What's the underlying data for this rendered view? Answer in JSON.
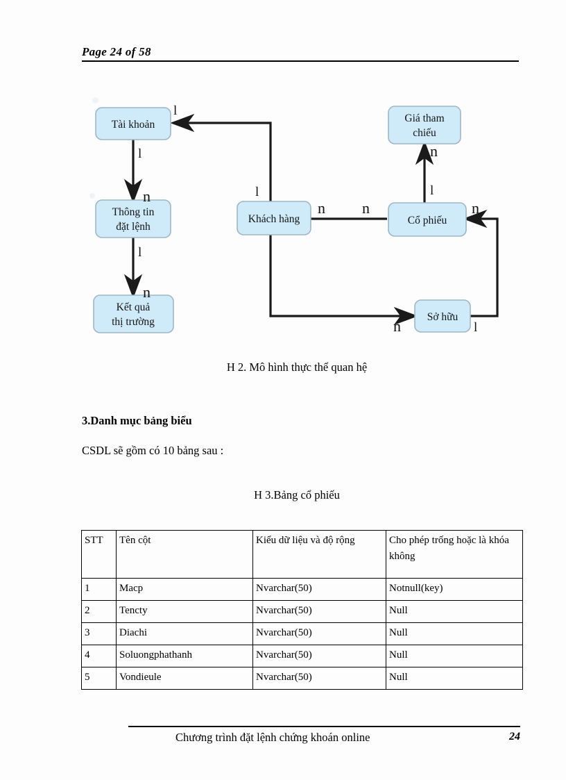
{
  "header": {
    "title": "Page 24 of 58"
  },
  "diagram": {
    "entities": [
      {
        "id": "tai-khoan",
        "lines": [
          "Tài khoản"
        ]
      },
      {
        "id": "thong-tin",
        "lines": [
          "Thông tin",
          "đặt lệnh"
        ]
      },
      {
        "id": "ket-qua",
        "lines": [
          "Kết quả",
          "thị trường"
        ]
      },
      {
        "id": "khach-hang",
        "lines": [
          "Khách hàng"
        ]
      },
      {
        "id": "gia-tham",
        "lines": [
          "Giá tham",
          "chiếu"
        ]
      },
      {
        "id": "co-phieu",
        "lines": [
          "Cổ phiếu"
        ]
      },
      {
        "id": "so-huu",
        "lines": [
          "Sở hữu"
        ]
      }
    ],
    "multiplicity": {
      "tai_khoan_in": "l",
      "tai_khoan_out": "l",
      "thong_tin_in": "n",
      "thong_tin_out": "l",
      "ket_qua_in": "n",
      "khach_hang_up": "l",
      "khach_hang_right": "n",
      "co_phieu_left": "n",
      "co_phieu_up": "l",
      "co_phieu_right": "n",
      "gia_tham_in": "n",
      "so_huu_left": "n",
      "so_huu_right": "l"
    },
    "fill_color": "#cfeaf9",
    "stroke_color": "#1a1a1a"
  },
  "captions": {
    "figure2": "H 2. Mô hình thực thể quan hệ",
    "figure3": "H 3.Bảng cổ phiếu"
  },
  "section": {
    "heading": "3.Danh mục bảng biểu",
    "intro": "CSDL sẽ gồm có 10 bảng sau :"
  },
  "table": {
    "headers": [
      "STT",
      "Tên cột",
      "Kiểu dữ liệu và độ rộng",
      "Cho phép trống hoặc là khóa không"
    ],
    "rows": [
      [
        "1",
        "Macp",
        "Nvarchar(50)",
        "Notnull(key)"
      ],
      [
        "2",
        "Tencty",
        "Nvarchar(50)",
        "Null"
      ],
      [
        "3",
        "Diachi",
        "Nvarchar(50)",
        "Null"
      ],
      [
        "4",
        "Soluongphathanh",
        "Nvarchar(50)",
        "Null"
      ],
      [
        "5",
        "Vondieule",
        "Nvarchar(50)",
        "Null"
      ]
    ]
  },
  "footer": {
    "text": "Chương trình đặt lệnh chứng khoán online",
    "page_number": "24"
  }
}
